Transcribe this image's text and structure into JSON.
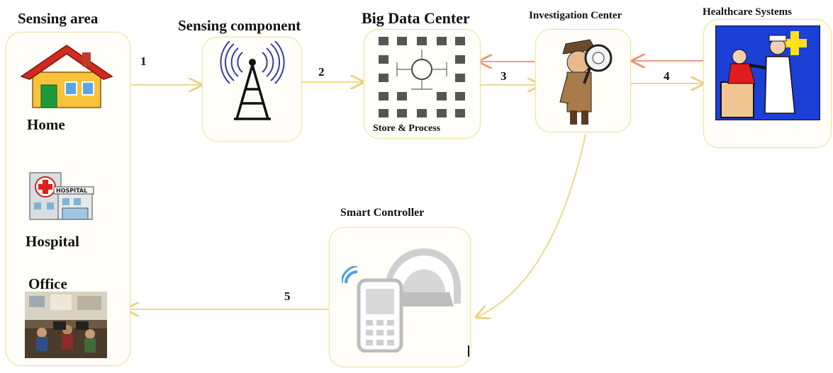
{
  "sensing_area": {
    "title": "Sensing area",
    "locations": [
      {
        "label": "Home"
      },
      {
        "label": "Hospital"
      },
      {
        "label": "Office"
      }
    ],
    "hospital_sign": "HOSPITAL"
  },
  "sensing_component": {
    "title": "Sensing component"
  },
  "big_data_center": {
    "title": "Big Data Center",
    "caption": "Store & Process"
  },
  "investigation_center": {
    "title": "Investigation Center"
  },
  "healthcare_systems": {
    "title": "Healthcare Systems"
  },
  "smart_controller": {
    "title": "Smart Controller"
  },
  "flows": {
    "f1": "1",
    "f2": "2",
    "f3": "3",
    "f4": "4",
    "f5": "5"
  },
  "colors": {
    "box_border": "#f0e3a4",
    "flow_arrow": "#ecd98c",
    "return_arrow": "#e9a17a",
    "tower_waves": "#3a3aa8",
    "healthcare_bg": "#1c3fd6"
  },
  "icons": [
    "house-icon",
    "hospital-building-icon",
    "office-photo",
    "antenna-tower-icon",
    "data-network-icon",
    "detective-icon",
    "doctor-patient-icon",
    "mobile-phone-icon",
    "bell-icon"
  ]
}
